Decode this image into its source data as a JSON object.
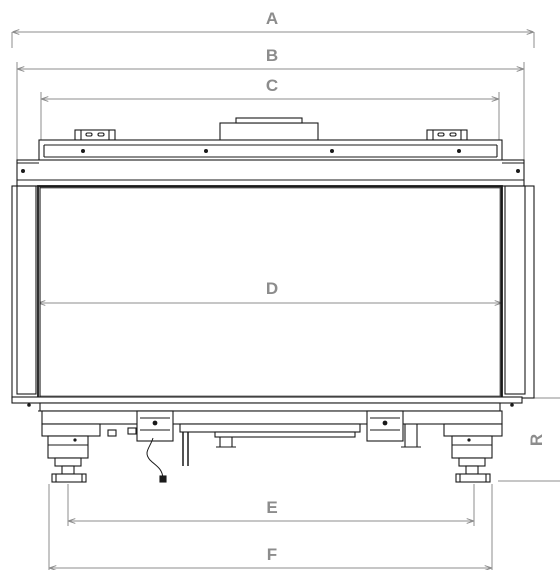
{
  "diagram": {
    "dimension_labels": {
      "a": "A",
      "b": "B",
      "c": "C",
      "d": "D",
      "e": "E",
      "f": "F",
      "r": "R"
    },
    "colors": {
      "line": "#1a1a1a",
      "dimension": "#8c8c8c",
      "background": "#ffffff"
    }
  }
}
